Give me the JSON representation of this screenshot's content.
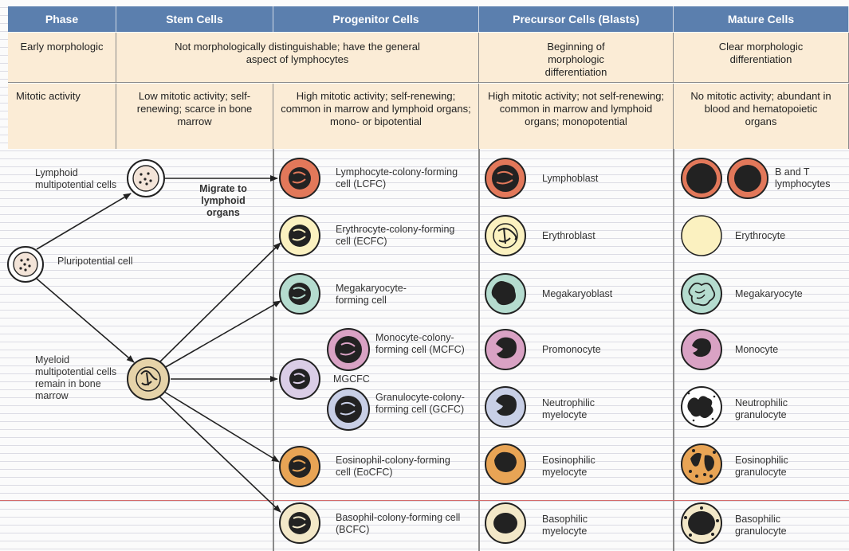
{
  "headers": {
    "phase": "Phase",
    "stem": "Stem Cells",
    "progenitor": "Progenitor Cells",
    "precursor": "Precursor Cells (Blasts)",
    "mature": "Mature Cells"
  },
  "row_morph": {
    "label": "Early morphologic",
    "stem_prog": "Not morphologically distinguishable; have the general aspect of lymphocytes",
    "precursor": "Beginning of morphologic differentiation",
    "mature": "Clear morphologic differentiation"
  },
  "row_mitotic": {
    "label": "Mitotic activity",
    "stem": "Low mitotic activity; self-renewing; scarce in bone marrow",
    "progenitor": "High mitotic activity; self-renewing; common in marrow and lymphoid organs; mono- or bipotential",
    "precursor": "High mitotic activity; not self-renewing; common in marrow and lymphoid organs; monopotential",
    "mature": "No mitotic activity; abundant in blood and hematopoietic organs"
  },
  "diagram": {
    "pluripotential": "Pluripotential cell",
    "lymphoid_stem": "Lymphoid multipotential cells",
    "myeloid_stem": "Myeloid multipotential cells remain in bone marrow",
    "migrate": "Migrate to lymphoid organs",
    "mgcfc": "MGCFC",
    "progenitors": {
      "lcfc": "Lymphocyte-colony-forming cell (LCFC)",
      "ecfc": "Erythrocyte-colony-forming cell (ECFC)",
      "meg": "Megakaryocyte-forming cell",
      "mcfc": "Monocyte-colony-forming cell (MCFC)",
      "gcfc": "Granulocyte-colony-forming cell (GCFC)",
      "eocfc": "Eosinophil-colony-forming cell (EoCFC)",
      "bcfc": "Basophil-colony-forming cell (BCFC)"
    },
    "precursors": {
      "lymphoblast": "Lymphoblast",
      "erythroblast": "Erythroblast",
      "megakaryoblast": "Megakaryoblast",
      "promonocyte": "Promonocyte",
      "neutrophilic": "Neutrophilic myelocyte",
      "eosinophilic": "Eosinophilic myelocyte",
      "basophilic": "Basophilic myelocyte"
    },
    "mature": {
      "bt": "B and T lymphocytes",
      "erythrocyte": "Erythrocyte",
      "megakaryocyte": "Megakaryocyte",
      "monocyte": "Monocyte",
      "neutrophilic": "Neutrophilic granulocyte",
      "eosinophilic": "Eosinophilic granulocyte",
      "basophilic": "Basophilic granulocyte"
    }
  },
  "colors": {
    "header": "#5b7fae",
    "band": "#fbecd6",
    "lymph": "#e2785a",
    "eryth": "#fbf1c0",
    "meg": "#b5dccf",
    "mono": "#d9a2c4",
    "neut": "#c8cfe6",
    "eos": "#e8a455",
    "baso": "#f3e8c8",
    "stem": "#f3e4d8",
    "myeloid": "#e6d3a9",
    "mg": "#dacde6"
  }
}
